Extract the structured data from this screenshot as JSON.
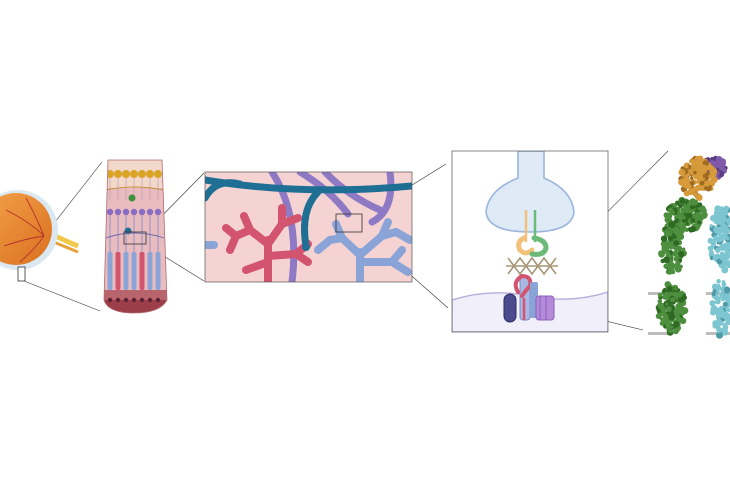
{
  "figure": {
    "panels": [
      {
        "id": "eye",
        "icon": "eye-icon"
      },
      {
        "id": "retina",
        "icon": "retina-layers-icon"
      },
      {
        "id": "dendrites",
        "icon": "dendrite-branch-icon"
      },
      {
        "id": "synapse",
        "icon": "synapse-icon"
      },
      {
        "id": "protein",
        "icon": "protein-complex-icon"
      }
    ],
    "colors": {
      "eye_orange": "#e8872a",
      "eye_white": "#dbe7f1",
      "retina_pink": "#e9bcc0",
      "dendrite_red": "#d2546e",
      "dendrite_blue": "#8aa4d8",
      "axon_teal": "#1f6e93",
      "axon_purple": "#8d79c4",
      "synapse_fill": "#dfeaf7",
      "postsyn_fill": "#f1effa",
      "protein_orange": "#d79a3a",
      "protein_green": "#4d8f3e",
      "protein_cyan": "#7dc6d1",
      "protein_purple": "#7e5aa8"
    }
  }
}
